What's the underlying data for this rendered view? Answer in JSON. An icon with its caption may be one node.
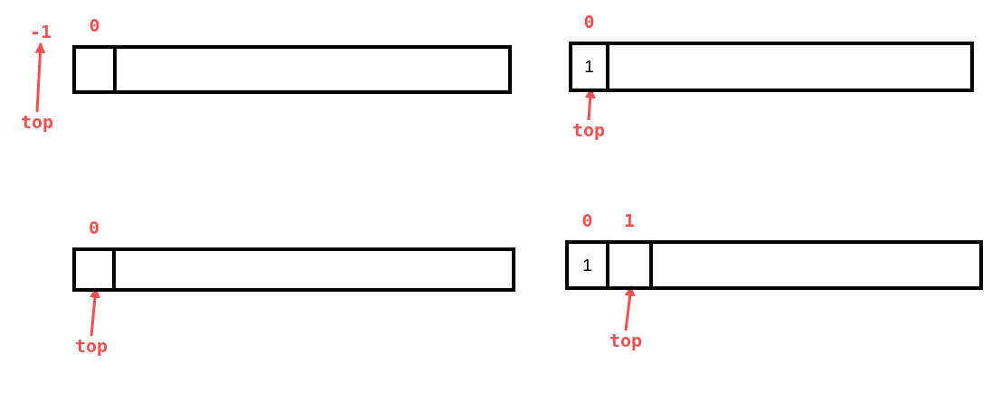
{
  "diagram": {
    "nodes": [
      {
        "text": [
          "-1"
        ]
      },
      {
        "text": [],
        "shape": "box"
      },
      {
        "text": [],
        "shape": "box",
        "in": 1,
        "beside": [
          "0"
        ]
      },
      {
        "text": [
          "top"
        ]
      },
      {
        "text": [],
        "shape": "box"
      },
      {
        "text": [
          "1"
        ],
        "in": 4,
        "beside": [
          "0"
        ]
      },
      {
        "text": [
          "top"
        ]
      },
      {
        "text": [],
        "shape": "box"
      },
      {
        "text": [],
        "shape": "box",
        "in": 7,
        "beside": [
          "0"
        ]
      },
      {
        "text": [
          "top"
        ]
      },
      {
        "text": [],
        "shape": "box"
      },
      {
        "text": [
          "1"
        ],
        "in": 10,
        "beside": [
          "0"
        ]
      },
      {
        "text": [],
        "shape": "box",
        "in": 10,
        "beside": [
          "1"
        ]
      },
      {
        "text": [
          "top"
        ]
      }
    ],
    "edges": [
      {
        "from": 3,
        "to": 0,
        "arrow": "to"
      },
      {
        "from": 6,
        "to": 5,
        "arrow": "to"
      },
      {
        "from": 9,
        "to": 8,
        "arrow": "to"
      },
      {
        "from": 13,
        "to": 12,
        "arrow": "to"
      }
    ]
  }
}
